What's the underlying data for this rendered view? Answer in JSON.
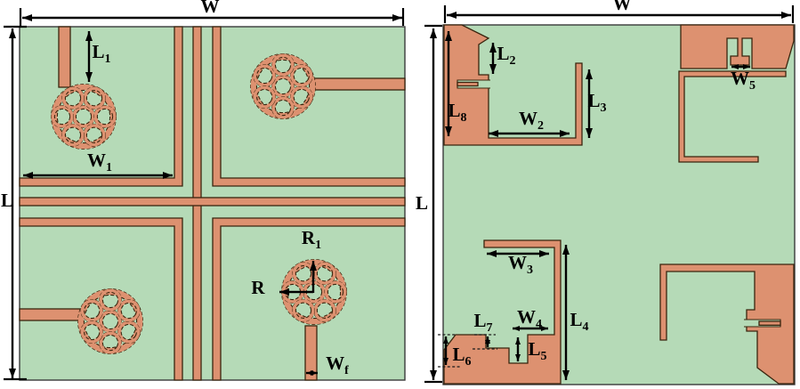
{
  "colors": {
    "substrate": "#b5dab7",
    "copper": "#dd9170",
    "outline": "#3a250e",
    "dimension": "#000000",
    "background": "#ffffff"
  },
  "labels": {
    "left": [
      {
        "name": "W",
        "main": "W",
        "sub": ""
      },
      {
        "name": "L",
        "main": "L",
        "sub": ""
      },
      {
        "name": "L1",
        "main": "L",
        "sub": "1"
      },
      {
        "name": "W1",
        "main": "W",
        "sub": "1"
      },
      {
        "name": "R1",
        "main": "R",
        "sub": "1"
      },
      {
        "name": "R",
        "main": "R",
        "sub": ""
      },
      {
        "name": "Wf",
        "main": "W",
        "sub": "f"
      }
    ],
    "right": [
      {
        "name": "W",
        "main": "W",
        "sub": ""
      },
      {
        "name": "L",
        "main": "L",
        "sub": ""
      },
      {
        "name": "L2",
        "main": "L",
        "sub": "2"
      },
      {
        "name": "L8",
        "main": "L",
        "sub": "8"
      },
      {
        "name": "W2",
        "main": "W",
        "sub": "2"
      },
      {
        "name": "L3",
        "main": "L",
        "sub": "3"
      },
      {
        "name": "W5",
        "main": "W",
        "sub": "5"
      },
      {
        "name": "W3",
        "main": "W",
        "sub": "3"
      },
      {
        "name": "L4",
        "main": "L",
        "sub": "4"
      },
      {
        "name": "W4",
        "main": "W",
        "sub": "4"
      },
      {
        "name": "L7",
        "main": "L",
        "sub": "7"
      },
      {
        "name": "L5",
        "main": "L",
        "sub": "5"
      },
      {
        "name": "L6",
        "main": "L",
        "sub": "6"
      }
    ]
  }
}
